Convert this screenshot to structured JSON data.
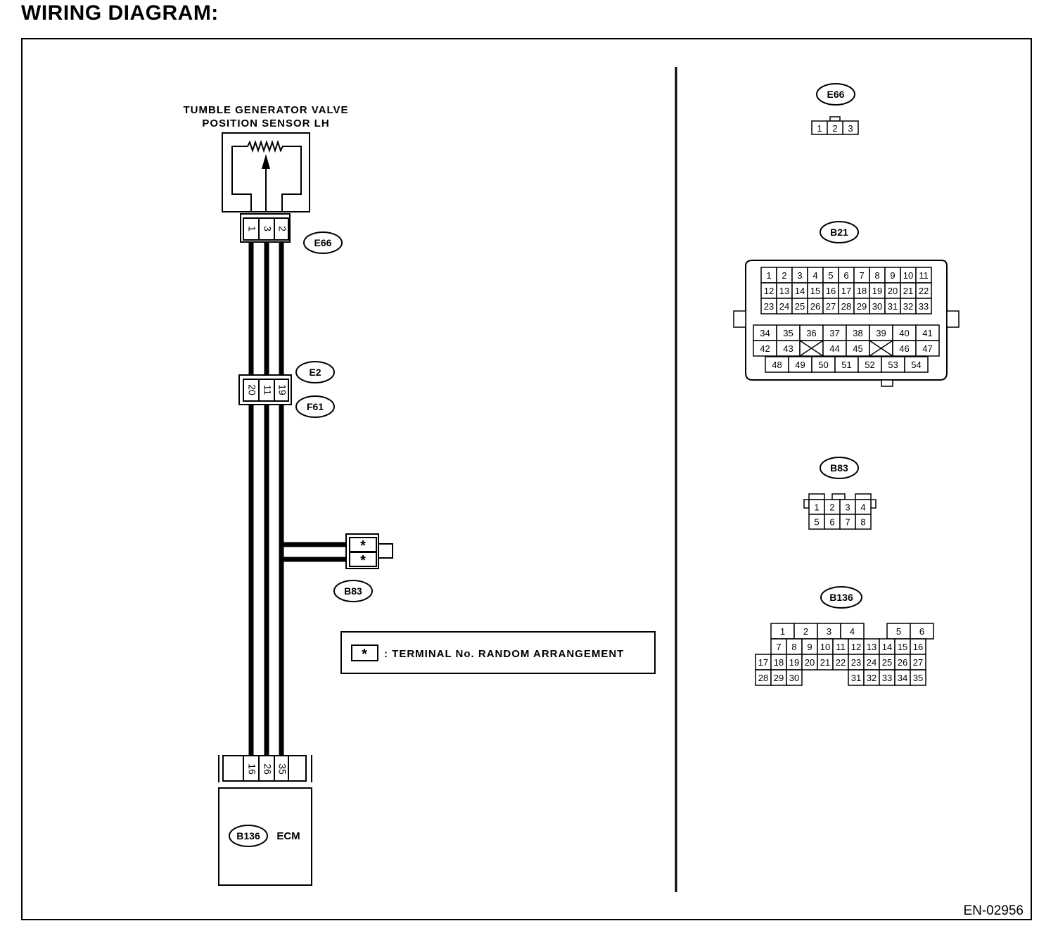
{
  "title": "WIRING DIAGRAM:",
  "figure_id": "EN-02956",
  "sensor": {
    "label_line1": "TUMBLE GENERATOR VALVE",
    "label_line2": "POSITION SENSOR LH",
    "connector": "E66",
    "pins": [
      "1",
      "3",
      "2"
    ]
  },
  "joint": {
    "connector_top": "E2",
    "connector_bottom": "F61",
    "pins": [
      "20",
      "11",
      "19"
    ]
  },
  "b83_link": {
    "connector": "B83",
    "pins": [
      "*",
      "*"
    ]
  },
  "legend": {
    "symbol": "*",
    "text": ": TERMINAL No. RANDOM ARRANGEMENT"
  },
  "ecm": {
    "connector": "B136",
    "label": "ECM",
    "pins": [
      "16",
      "26",
      "35"
    ]
  },
  "connector_views": {
    "e66": {
      "label": "E66",
      "pins": [
        "1",
        "2",
        "3"
      ]
    },
    "b21": {
      "label": "B21",
      "row1": [
        "1",
        "2",
        "3",
        "4",
        "5",
        "6",
        "7",
        "8",
        "9",
        "10",
        "11"
      ],
      "row2": [
        "12",
        "13",
        "14",
        "15",
        "16",
        "17",
        "18",
        "19",
        "20",
        "21",
        "22"
      ],
      "row3": [
        "23",
        "24",
        "25",
        "26",
        "27",
        "28",
        "29",
        "30",
        "31",
        "32",
        "33"
      ],
      "row4": [
        "34",
        "35",
        "36",
        "37",
        "38",
        "39",
        "40",
        "41"
      ],
      "row5": [
        "42",
        "43",
        "",
        "44",
        "45",
        "",
        "46",
        "47"
      ],
      "row6": [
        "48",
        "49",
        "50",
        "51",
        "52",
        "53",
        "54"
      ]
    },
    "b83": {
      "label": "B83",
      "row1": [
        "1",
        "2",
        "3",
        "4"
      ],
      "row2": [
        "5",
        "6",
        "7",
        "8"
      ]
    },
    "b136": {
      "label": "B136",
      "row1": [
        "1",
        "2",
        "3",
        "4",
        "",
        "5",
        "6"
      ],
      "row2": [
        "7",
        "8",
        "9",
        "10",
        "11",
        "12",
        "13",
        "14",
        "15",
        "16"
      ],
      "row3": [
        "17",
        "18",
        "19",
        "20",
        "21",
        "22",
        "23",
        "24",
        "25",
        "26",
        "27"
      ],
      "row4a": [
        "28",
        "29",
        "30"
      ],
      "row4b": [
        "31",
        "32",
        "33",
        "34",
        "35"
      ]
    }
  }
}
